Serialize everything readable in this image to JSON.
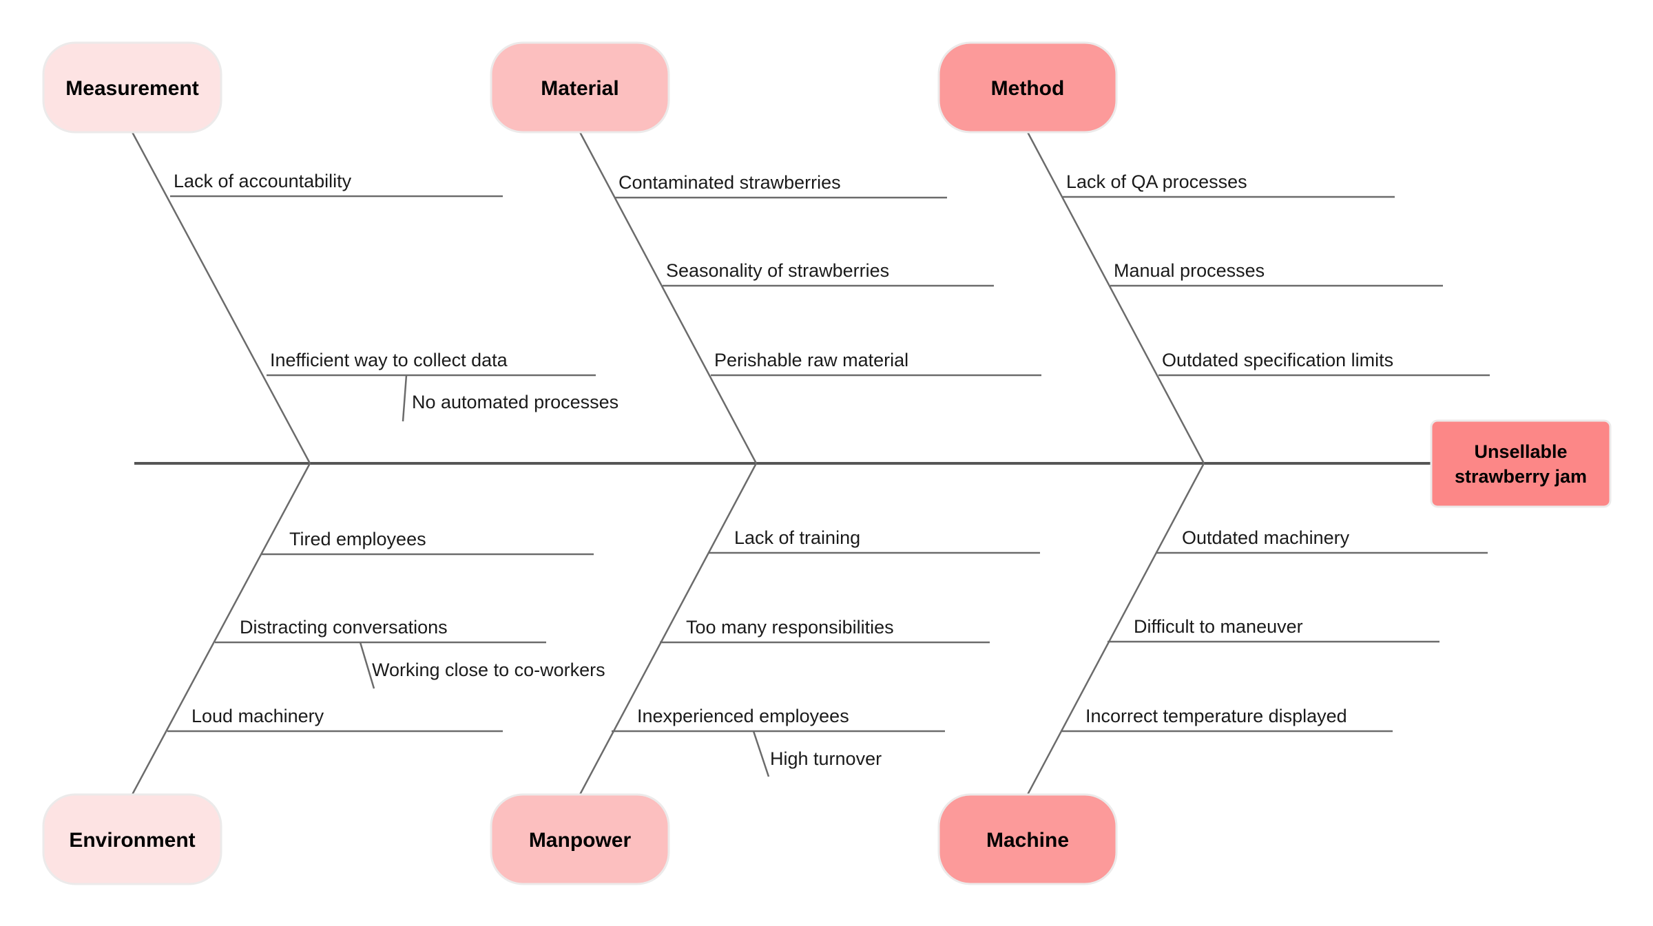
{
  "diagram": {
    "type": "fishbone-ishikawa",
    "effect": {
      "label_line1": "Unsellable",
      "label_line2": "strawberry jam",
      "color": "#FC8787"
    },
    "colors": {
      "lightest_pink": "#FDE3E3",
      "light_pink": "#FCBFBF",
      "medium_pink": "#FC9A9A",
      "accent_coral": "#FC8787",
      "line_gray": "#6b6b6b",
      "spine_gray": "#555555",
      "box_border": "#eceaea"
    },
    "categories": [
      {
        "name": "Measurement",
        "position": "top",
        "color": "#FDE3E3",
        "causes": [
          {
            "label": "Lack of accountability",
            "subcauses": []
          },
          {
            "label": "Inefficient way to collect data",
            "subcauses": [
              {
                "label": "No automated processes"
              }
            ]
          }
        ]
      },
      {
        "name": "Material",
        "position": "top",
        "color": "#FCBFBF",
        "causes": [
          {
            "label": "Contaminated strawberries",
            "subcauses": []
          },
          {
            "label": "Seasonality of strawberries",
            "subcauses": []
          },
          {
            "label": "Perishable raw material",
            "subcauses": []
          }
        ]
      },
      {
        "name": "Method",
        "position": "top",
        "color": "#FC9A9A",
        "causes": [
          {
            "label": "Lack of QA processes",
            "subcauses": []
          },
          {
            "label": "Manual processes",
            "subcauses": []
          },
          {
            "label": "Outdated specification limits",
            "subcauses": []
          }
        ]
      },
      {
        "name": "Environment",
        "position": "bottom",
        "color": "#FDE3E3",
        "causes": [
          {
            "label": "Tired employees",
            "subcauses": []
          },
          {
            "label": "Distracting conversations",
            "subcauses": [
              {
                "label": "Working close to co-workers"
              }
            ]
          },
          {
            "label": "Loud machinery",
            "subcauses": []
          }
        ]
      },
      {
        "name": "Manpower",
        "position": "bottom",
        "color": "#FCBFBF",
        "causes": [
          {
            "label": "Lack of training",
            "subcauses": []
          },
          {
            "label": "Too many responsibilities",
            "subcauses": []
          },
          {
            "label": "Inexperienced employees",
            "subcauses": [
              {
                "label": "High turnover"
              }
            ]
          }
        ]
      },
      {
        "name": "Machine",
        "position": "bottom",
        "color": "#FC9A9A",
        "causes": [
          {
            "label": "Outdated machinery",
            "subcauses": []
          },
          {
            "label": "Difficult to maneuver",
            "subcauses": []
          },
          {
            "label": "Incorrect temperature displayed",
            "subcauses": []
          }
        ]
      }
    ]
  }
}
